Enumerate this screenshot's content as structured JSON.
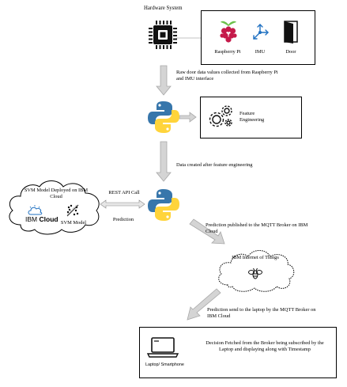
{
  "hardware": {
    "title": "Hardware System",
    "items": [
      {
        "label": "Raspberry Pi",
        "icon": "raspberry-pi-icon"
      },
      {
        "label": "IMU",
        "icon": "imu-icon"
      },
      {
        "label": "Door",
        "icon": "door-icon"
      }
    ]
  },
  "steps": {
    "raw_data": "Raw door data values collected from Raspberry Pi and IMU interface",
    "feature_engineering": "Feature Engineering",
    "data_created": "Data created after feature engineering",
    "rest_api": "REST API Call",
    "prediction": "Prediction",
    "published": "Prediction published to the MQTT Broker on IBM Cloud",
    "sent_to_laptop": "Prediction send to the laptop by the MQTT Broker on IBM Cloud"
  },
  "cloud_model": {
    "title": "SVM Model Deployed on IBM Cloud",
    "ibm_prefix": "IBM",
    "ibm_suffix": "Cloud",
    "svm_label": "SVM Model"
  },
  "iot": {
    "title": "IBM Internet of Things"
  },
  "laptop": {
    "label": "Laptop/ Smartphone",
    "description": "Decision Fetched from the Broker being subscribed by the Laptop and displaying along with Timestamp"
  },
  "colors": {
    "raspberry": "#c51a4a",
    "leaf": "#6cc04a",
    "ibm_blue": "#1f70c1",
    "python_blue": "#3776ab",
    "python_yellow": "#ffd43b",
    "arrow_fill": "#d4d4d4",
    "arrow_stroke": "#a8a8a8"
  }
}
